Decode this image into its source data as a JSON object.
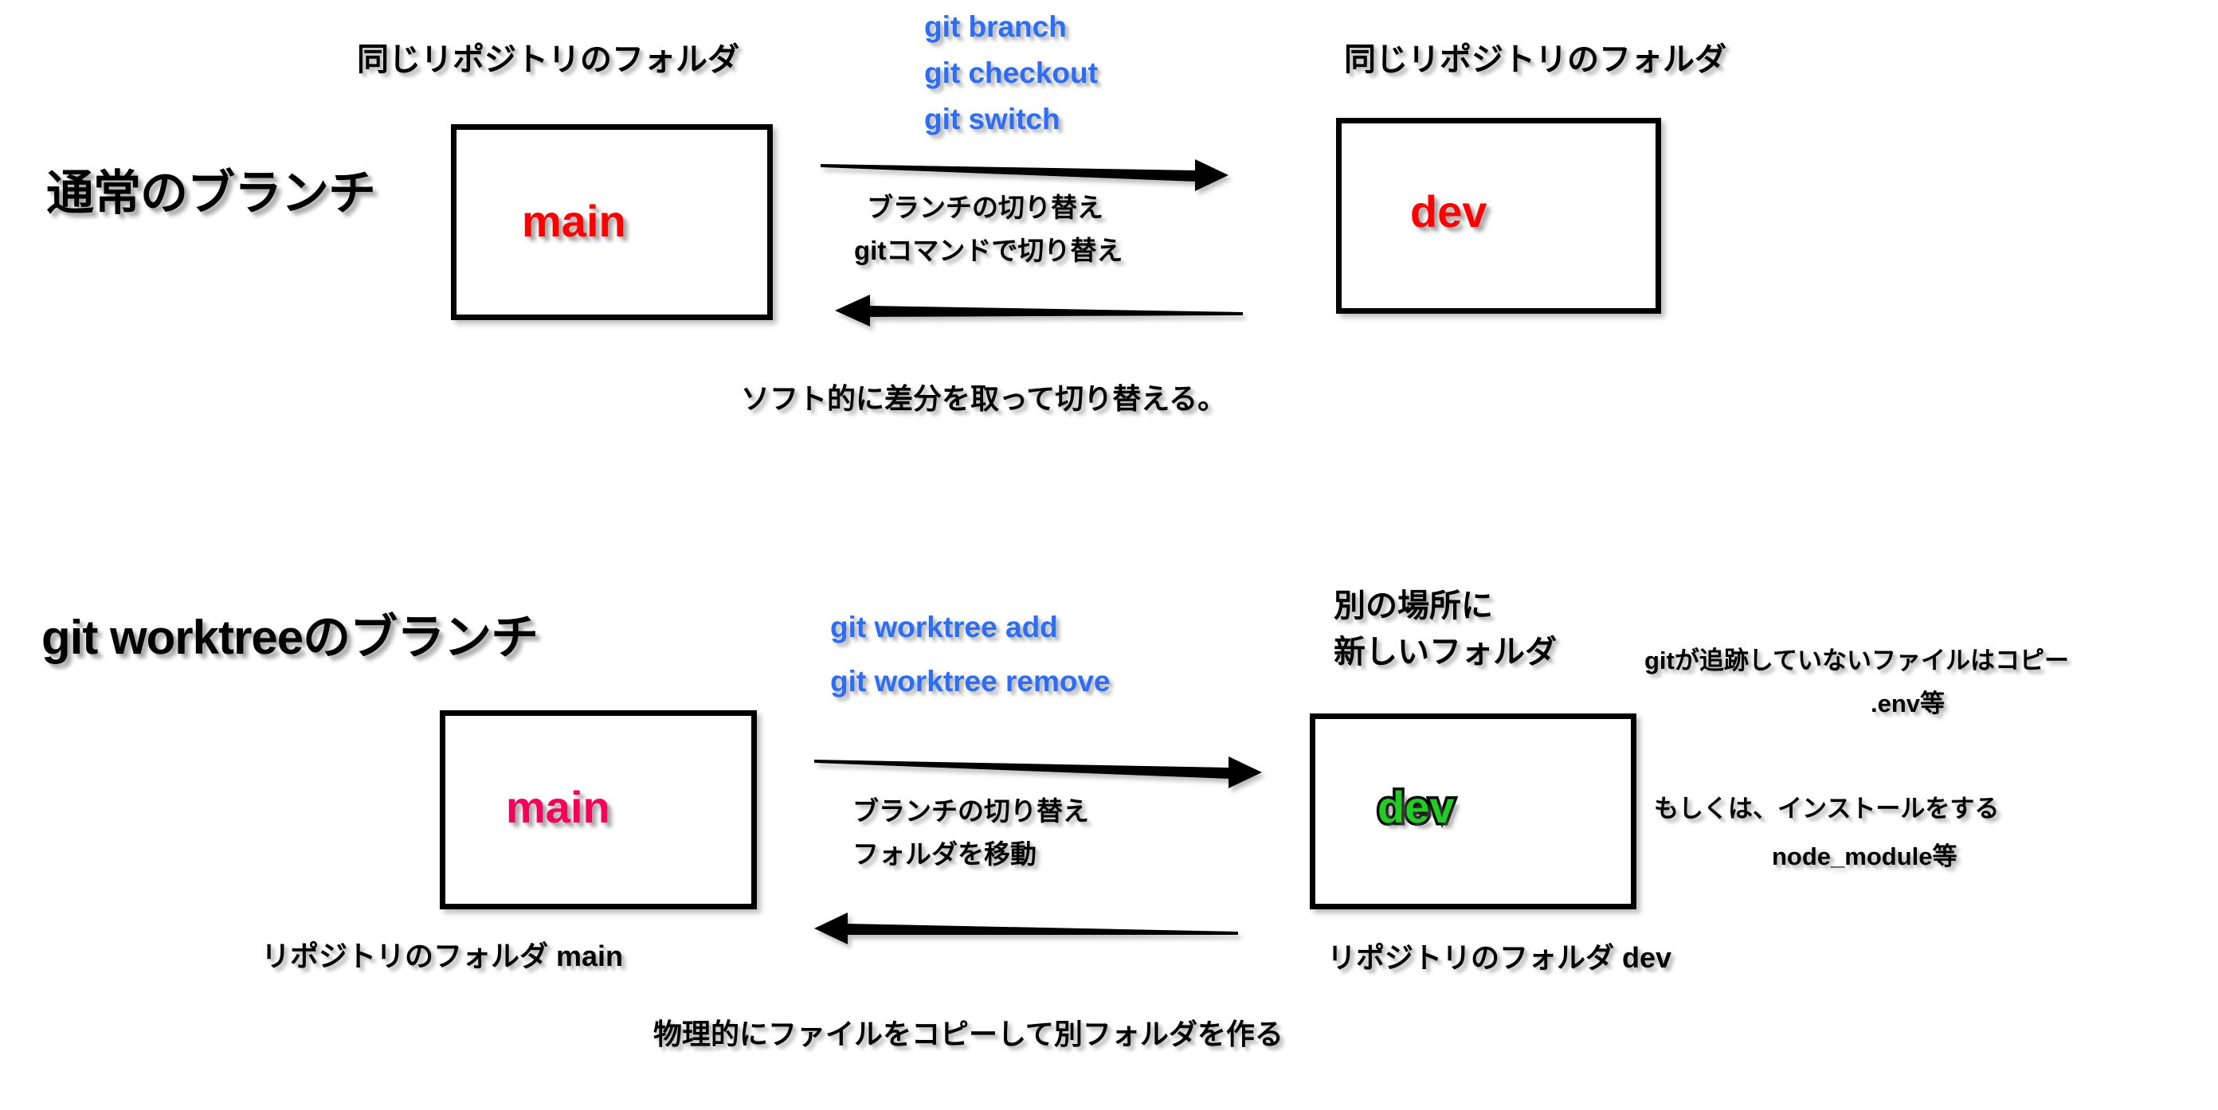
{
  "meta": {
    "background_color": "#ffffff",
    "ink_color": "#000000",
    "command_color": "#2b6ef5",
    "branch_main_top_color": "#ff0000",
    "branch_dev_top_color": "#ff0000",
    "branch_main_bottom_color": "#f5005b",
    "branch_dev_bottom_color": "#22cc22"
  },
  "top_section": {
    "title": "通常のブランチ",
    "left_box": {
      "label_above": "同じリポジトリのフォルダ",
      "branch": "main"
    },
    "right_box": {
      "label_above": "同じリポジトリのフォルダ",
      "branch": "dev"
    },
    "commands": [
      "git branch",
      "git checkout",
      "git switch"
    ],
    "arrow_notes": [
      "ブランチの切り替え",
      "gitコマンドで切り替え"
    ],
    "caption": "ソフト的に差分を取って切り替える。"
  },
  "bottom_section": {
    "title": "git worktreeのブランチ",
    "left_box": {
      "branch": "main",
      "label_below": "リポジトリのフォルダ main"
    },
    "right_box": {
      "label_above": [
        "別の場所に",
        "新しいフォルダ"
      ],
      "branch": "dev",
      "label_below": "リポジトリのフォルダ dev"
    },
    "commands": [
      "git worktree add",
      "git worktree remove"
    ],
    "arrow_notes": [
      "ブランチの切り替え",
      "フォルダを移動"
    ],
    "side_notes": [
      "gitが追跡していないファイルはコピー",
      ".env等",
      "もしくは、インストールをする",
      "node_module等"
    ],
    "caption": "物理的にファイルをコピーして別フォルダを作る"
  }
}
